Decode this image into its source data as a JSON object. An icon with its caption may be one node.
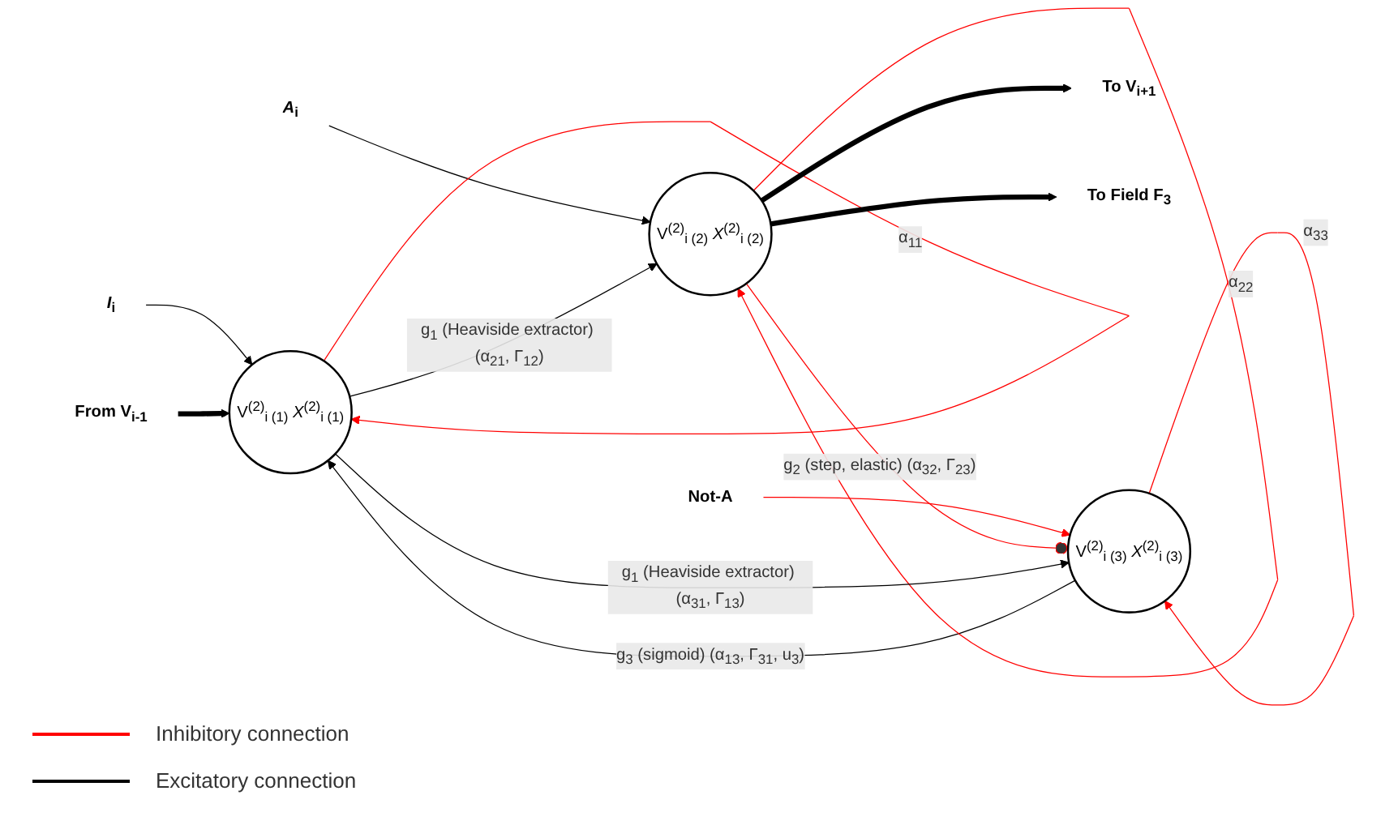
{
  "diagram": {
    "nodes": [
      {
        "text": [
          "*I*$_{i}$"
        ]
      },
      {
        "text": [
          "Not-A"
        ]
      },
      {
        "text": [
          "*A*$_{i}$"
        ]
      },
      {
        "text": [
          "V$^{(2)}$$_{i (1)}$ *X*$^{(2)}$$_{i (1)}$"
        ]
      },
      {
        "text": [
          "V$^{(2)}$$_{i (3)}$ *X*$^{(2)}$$_{i (3)}$"
        ]
      },
      {
        "text": [
          "V$^{(2)}$$_{i (2)}$ *X*$^{(2)}$$_{i (2)}$"
        ]
      },
      {
        "text": [
          "From V$_{i-1}$"
        ]
      },
      {
        "text": [
          "To V$_{i+1}$"
        ]
      },
      {
        "text": [
          "To Field F$_{3}$"
        ]
      }
    ],
    "edges": [
      {
        "from": 0,
        "to": 3,
        "arrow": "to"
      },
      {
        "from": 1,
        "to": 4,
        "arrow": "to",
        "color": "#ff0000"
      },
      {
        "from": 2,
        "to": 5,
        "arrow": "to"
      },
      {
        "from": 3,
        "to": 3,
        "arrow": "to",
        "label": "α$_{11}$",
        "color": "#ff0000"
      },
      {
        "from": 4,
        "to": 3,
        "arrow": "to",
        "label": "g$_{3}$ (sigmoid) (α$_{13}$, Γ$_{31}$, u$_{3}$)"
      },
      {
        "from": 4,
        "to": 4,
        "arrow": "to",
        "label": "α$_{33}$",
        "color": "#ff0000"
      },
      {
        "from": 5,
        "to": 4,
        "arrow": "other",
        "label": "g$_{2}$ (step, elastic) (α$_{32}$, Γ$_{23}$)",
        "color": "#ff0000"
      },
      {
        "from": 5,
        "to": 5,
        "arrow": "to",
        "label": "α$_{22}$",
        "color": "#ff0000"
      },
      {
        "from": 3,
        "to": 4,
        "arrow": "to",
        "label": "g$_{1}$ (Heaviside extractor) (α$_{31}$, Γ$_{13}$)"
      },
      {
        "from": 3,
        "to": 5,
        "arrow": "to",
        "label": "g$_{1}$ (Heaviside extractor) (α$_{21}$, Γ$_{12}$)"
      },
      {
        "from": 6,
        "to": 3,
        "arrow": "to",
        "style": "thick"
      },
      {
        "from": 5,
        "to": 7,
        "arrow": "to",
        "style": "thick"
      },
      {
        "from": 5,
        "to": 8,
        "arrow": "to",
        "style": "thick"
      }
    ],
    "legend": [
      {
        "text": "Inhibitory connection"
      },
      {
        "text": "Excitatory connection"
      }
    ]
  }
}
